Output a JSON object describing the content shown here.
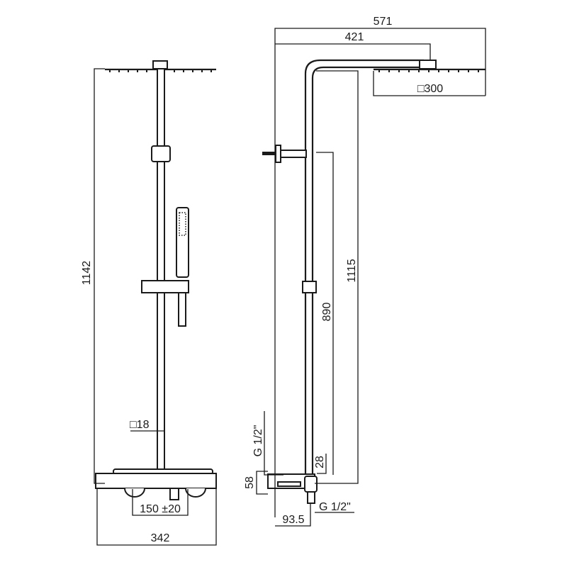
{
  "front_view": {
    "height_dim": "1142",
    "pipe_section": "□18",
    "inlet_spacing": "150 ±20",
    "width_dim": "342"
  },
  "side_view": {
    "total_projection": "571",
    "arm_projection": "421",
    "head_size": "□300",
    "head_height": "1115",
    "hand_outlet_height": "890",
    "pipe_offset": "28",
    "body_height": "58",
    "inlet_thread": "G 1/2\"",
    "outlet_thread": "G 1/2\"",
    "wall_distance": "93.5"
  }
}
